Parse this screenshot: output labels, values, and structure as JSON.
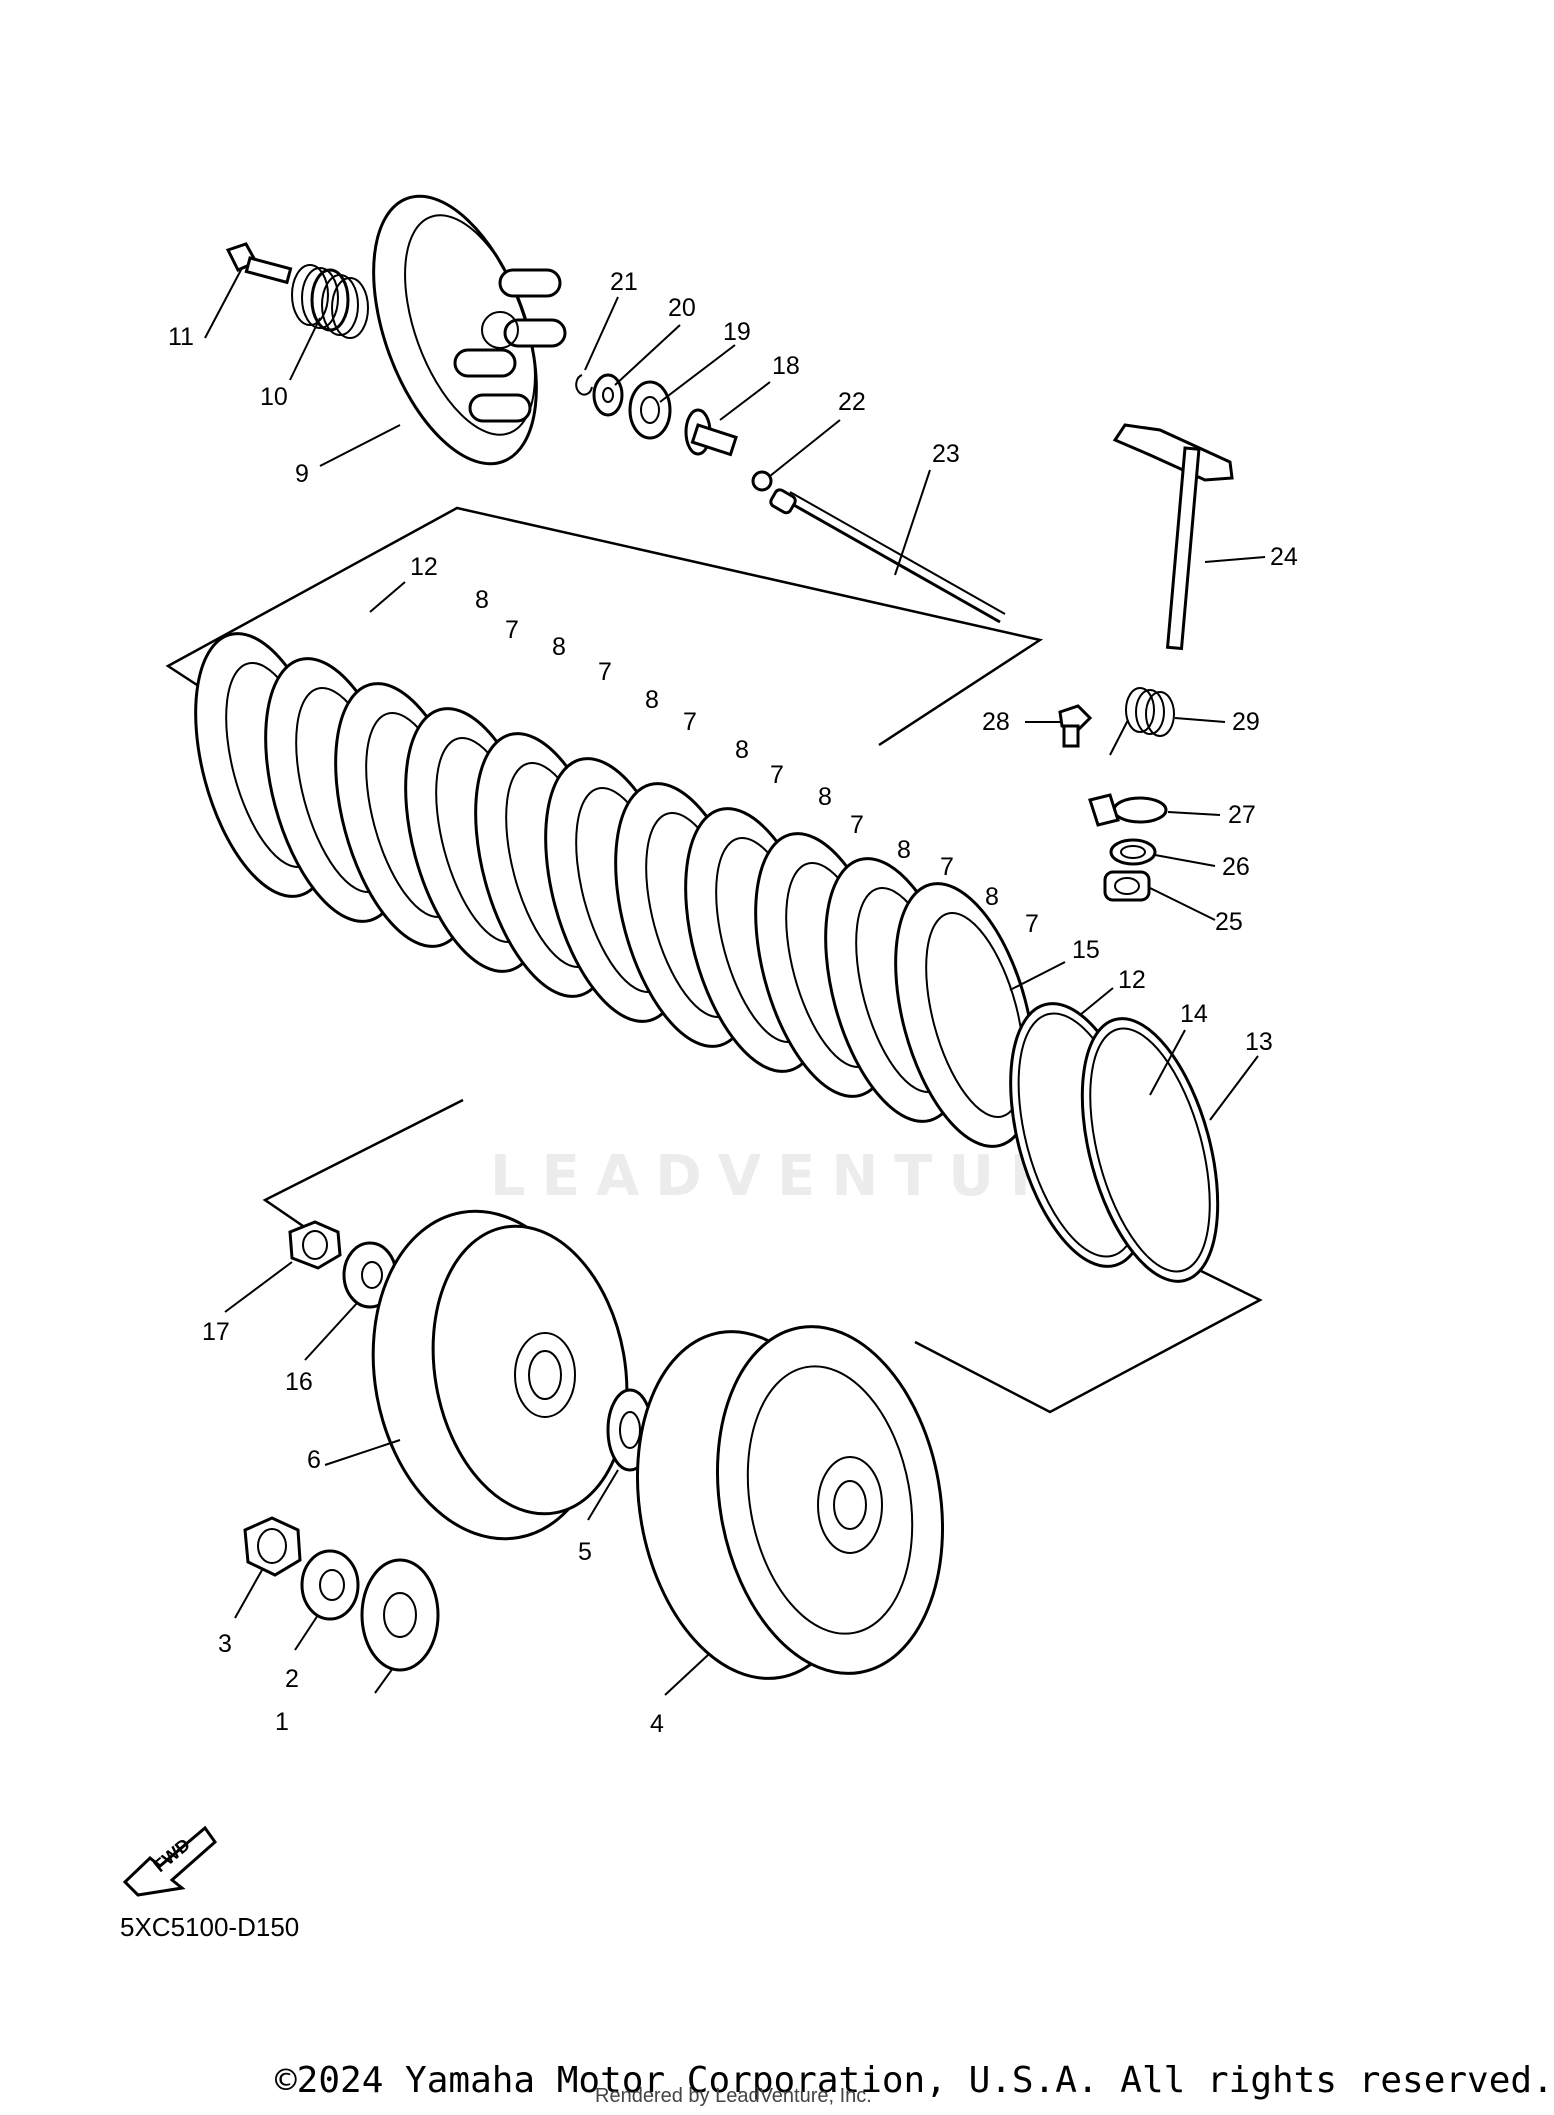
{
  "diagram": {
    "watermark": "LEADVENTURE",
    "diagram_code": "5XC5100-D150",
    "fwd_label": "FWD",
    "copyright": "©2024 Yamaha Motor Corporation, U.S.A. All rights reserved.",
    "rendered_by": "Rendered by LeadVenture, Inc.",
    "callouts": [
      "1",
      "2",
      "3",
      "4",
      "5",
      "6",
      "7",
      "8",
      "9",
      "10",
      "11",
      "12",
      "13",
      "14",
      "15",
      "16",
      "17",
      "18",
      "19",
      "20",
      "21",
      "22",
      "23",
      "24",
      "25",
      "26",
      "27",
      "28",
      "29"
    ]
  }
}
